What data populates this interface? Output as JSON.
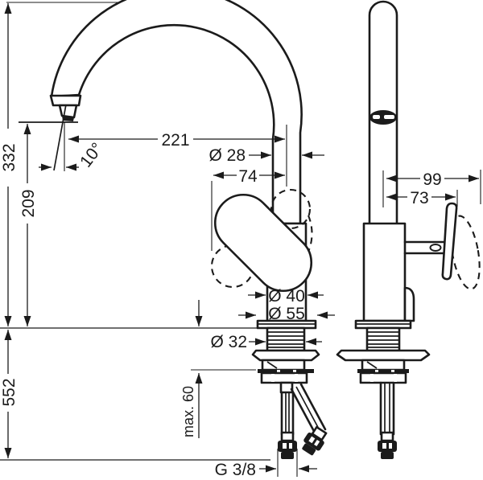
{
  "drawing": {
    "kind": "technical-dimension-drawing",
    "subject": "single-lever kitchen mixer, front and side view",
    "colors": {
      "line": "#1b1b1b",
      "background": "#ffffff"
    },
    "dimensions": {
      "total_height": "332",
      "outlet_height": "209",
      "below_deck_length": "552",
      "spout_reach": "221",
      "spout_diameter": "Ø 28",
      "handle_offset": "74",
      "outlet_angle": "10°",
      "body_diameter": "Ø 40",
      "base_diameter": "Ø 55",
      "shank_diameter": "Ø 32",
      "max_deck_thickness": "max. 60",
      "connection_thread": "G 3/8",
      "side_reach": "99",
      "handle_reach": "73"
    }
  }
}
